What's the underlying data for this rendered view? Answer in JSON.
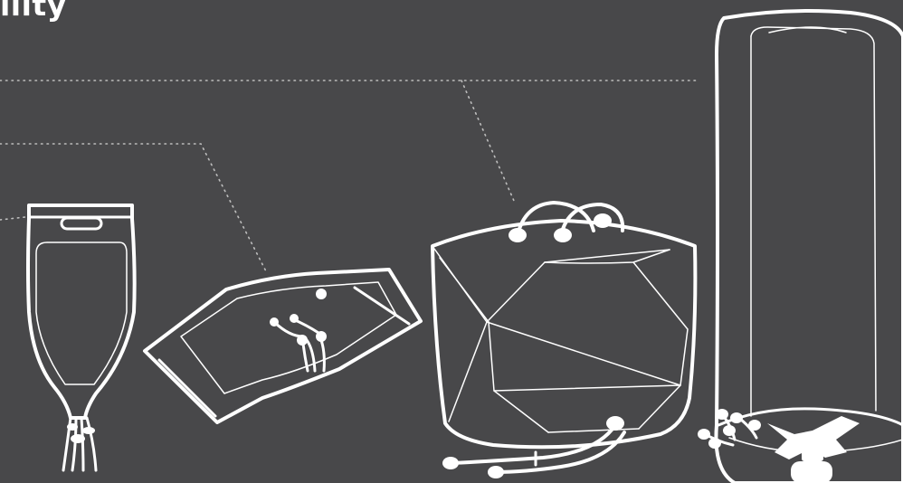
{
  "title": "ility",
  "colors": {
    "background": "#48484a",
    "line_art": "#ffffff",
    "leader_lines": "#bdbdbd"
  },
  "illustrations": [
    {
      "name": "vertical-drainage-bag"
    },
    {
      "name": "flat-bag"
    },
    {
      "name": "cube-bag"
    },
    {
      "name": "tall-cylinder-bag"
    }
  ]
}
